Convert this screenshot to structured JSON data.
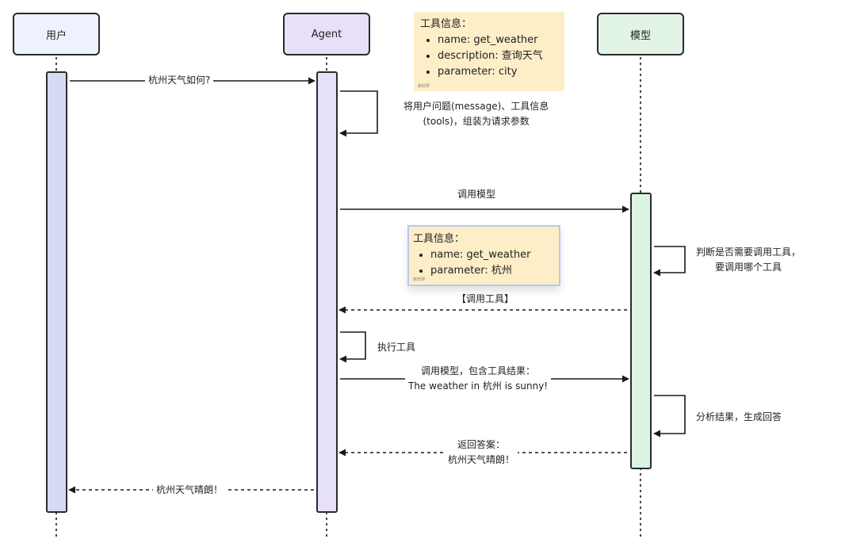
{
  "participants": {
    "user": {
      "label": "用户",
      "fill": "#eef2fc",
      "bar": "#d5dbf5"
    },
    "agent": {
      "label": "Agent",
      "fill": "#e8e0fa",
      "bar": "#e6e0fa"
    },
    "model": {
      "label": "模型",
      "fill": "#e2f4e6",
      "bar": "#dcf4e2"
    }
  },
  "messages": {
    "m1": "杭州天气如何?",
    "m2": [
      "将用户问题(message)、工具信息",
      "(tools)，组装为请求参数"
    ],
    "m3": "调用模型",
    "m4": [
      "判断是否需要调用工具，",
      "要调用哪个工具"
    ],
    "m5": "【调用工具】",
    "m6": "执行工具",
    "m7": [
      "调用模型，包含工具结果：",
      "The weather in 杭州 is sunny!"
    ],
    "m8": "分析结果，生成回答",
    "m9": [
      "返回答案：",
      "杭州天气晴朗！"
    ],
    "m10": "杭州天气晴朗！"
  },
  "notes": {
    "tools_request": {
      "title": "工具信息：",
      "items": [
        "name: get_weather",
        "description: 查询天气",
        "parameter: city"
      ],
      "signature": "张欣羿"
    },
    "tool_call": {
      "title": "工具信息：",
      "items": [
        "name: get_weather",
        "parameter: 杭州"
      ],
      "signature": "张欣羿"
    }
  },
  "colors": {
    "note_fill": "#fdeec8",
    "note_border": "#b7c9ee",
    "line": "#1a1a1a"
  }
}
